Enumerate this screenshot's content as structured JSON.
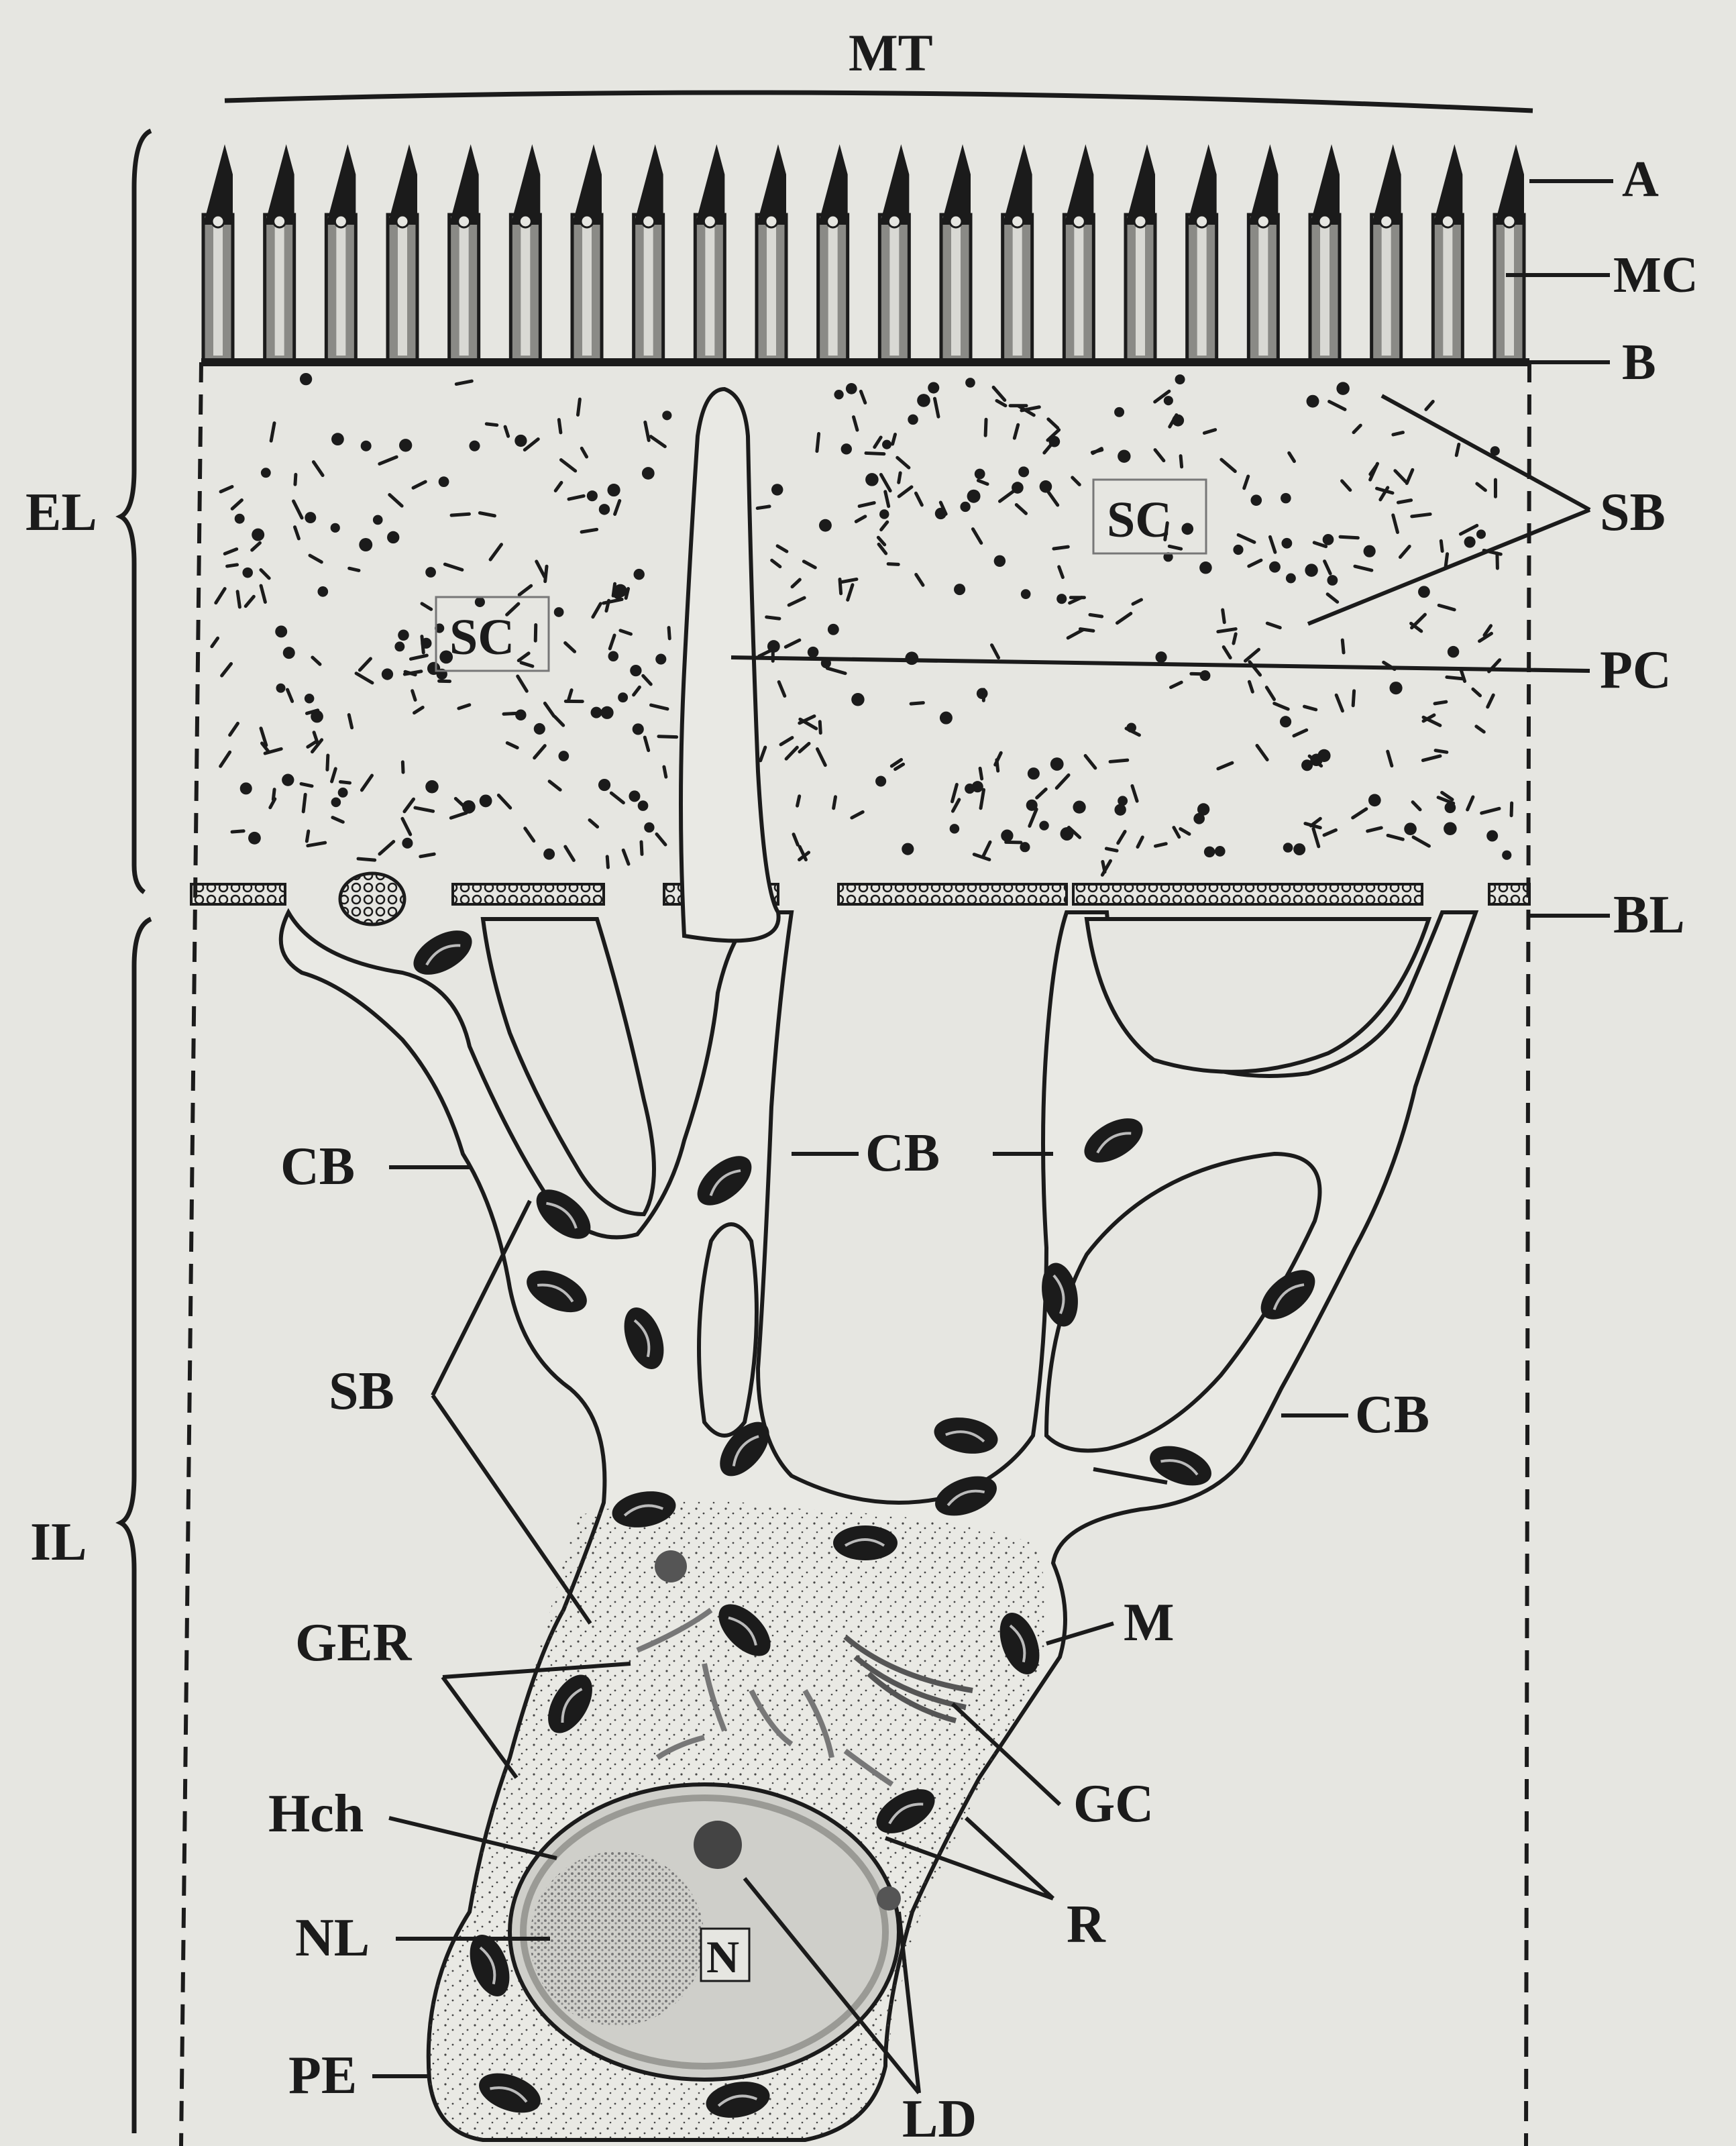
{
  "labels": {
    "MT": "MT",
    "A": "A",
    "MC": "MC",
    "B": "B",
    "EL": "EL",
    "SB_top": "SB",
    "SC_left": "SC",
    "SC_right": "SC",
    "PC": "PC",
    "BL": "BL",
    "CB_left": "CB",
    "CB_center": "CB",
    "CB_right": "CB",
    "SB_mid": "SB",
    "IL": "IL",
    "M": "M",
    "GER": "GER",
    "GC": "GC",
    "Hch": "Hch",
    "R": "R",
    "NL": "NL",
    "N": "N",
    "PE": "PE",
    "LD": "LD"
  },
  "colors": {
    "background": "#e6e6e1",
    "ink": "#1b1b1b",
    "microvilli_fill": "#8a8a86",
    "cytoplasm": "#e9e9e4",
    "nucleus": "#cfcfca"
  }
}
